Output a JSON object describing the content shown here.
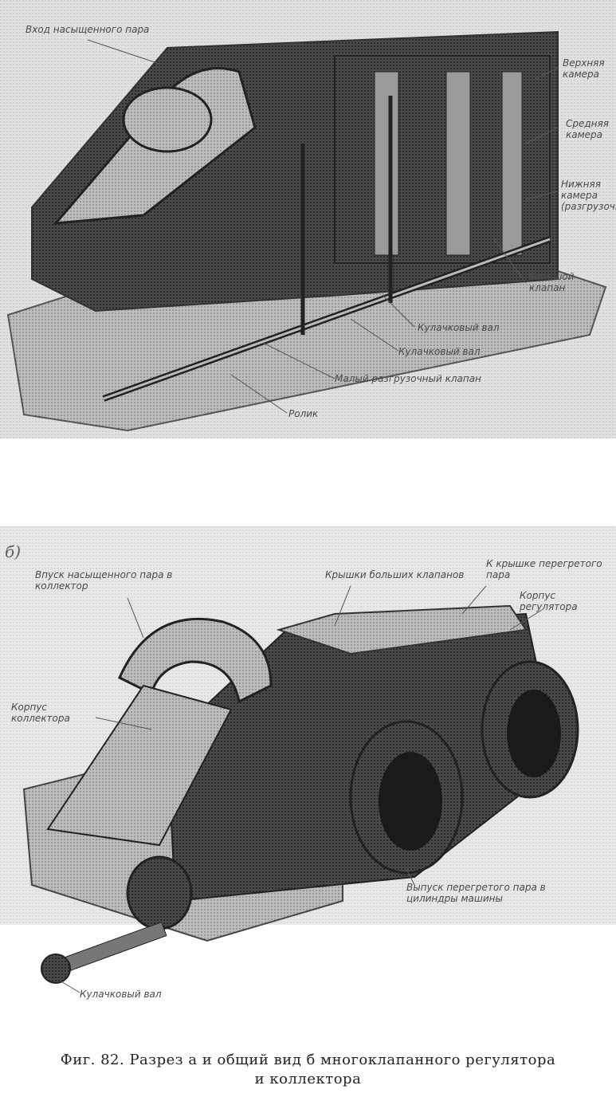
{
  "figure": {
    "caption_line1": "Фиг. 82. Разрез а и общий вид б многоклапанного регулятора",
    "caption_line2": "и коллектора"
  },
  "panel_a": {
    "callouts": [
      "Вход насыщенного пара",
      "Верхняя камера",
      "Средняя камера",
      "Нижняя камера (разгрузочная)",
      "Большой клапан",
      "Кулачковый вал",
      "Кулачковый вал",
      "Малый разгрузочный клапан",
      "Ролик"
    ]
  },
  "panel_b": {
    "letter": "б)",
    "callouts": [
      "Впуск насыщенного пара в коллектор",
      "Крышки больших клапанов",
      "К крышке перегретого пара",
      "Корпус регулятора",
      "Корпус коллектора",
      "Выпуск перегретого пара в цилиндры машины",
      "Кулачковый вал"
    ]
  },
  "colors": {
    "ink": "#222222",
    "halftone_dark": "#3a3a3a",
    "halftone_mid": "#8a8a8a",
    "halftone_light": "#d0d0d0"
  }
}
